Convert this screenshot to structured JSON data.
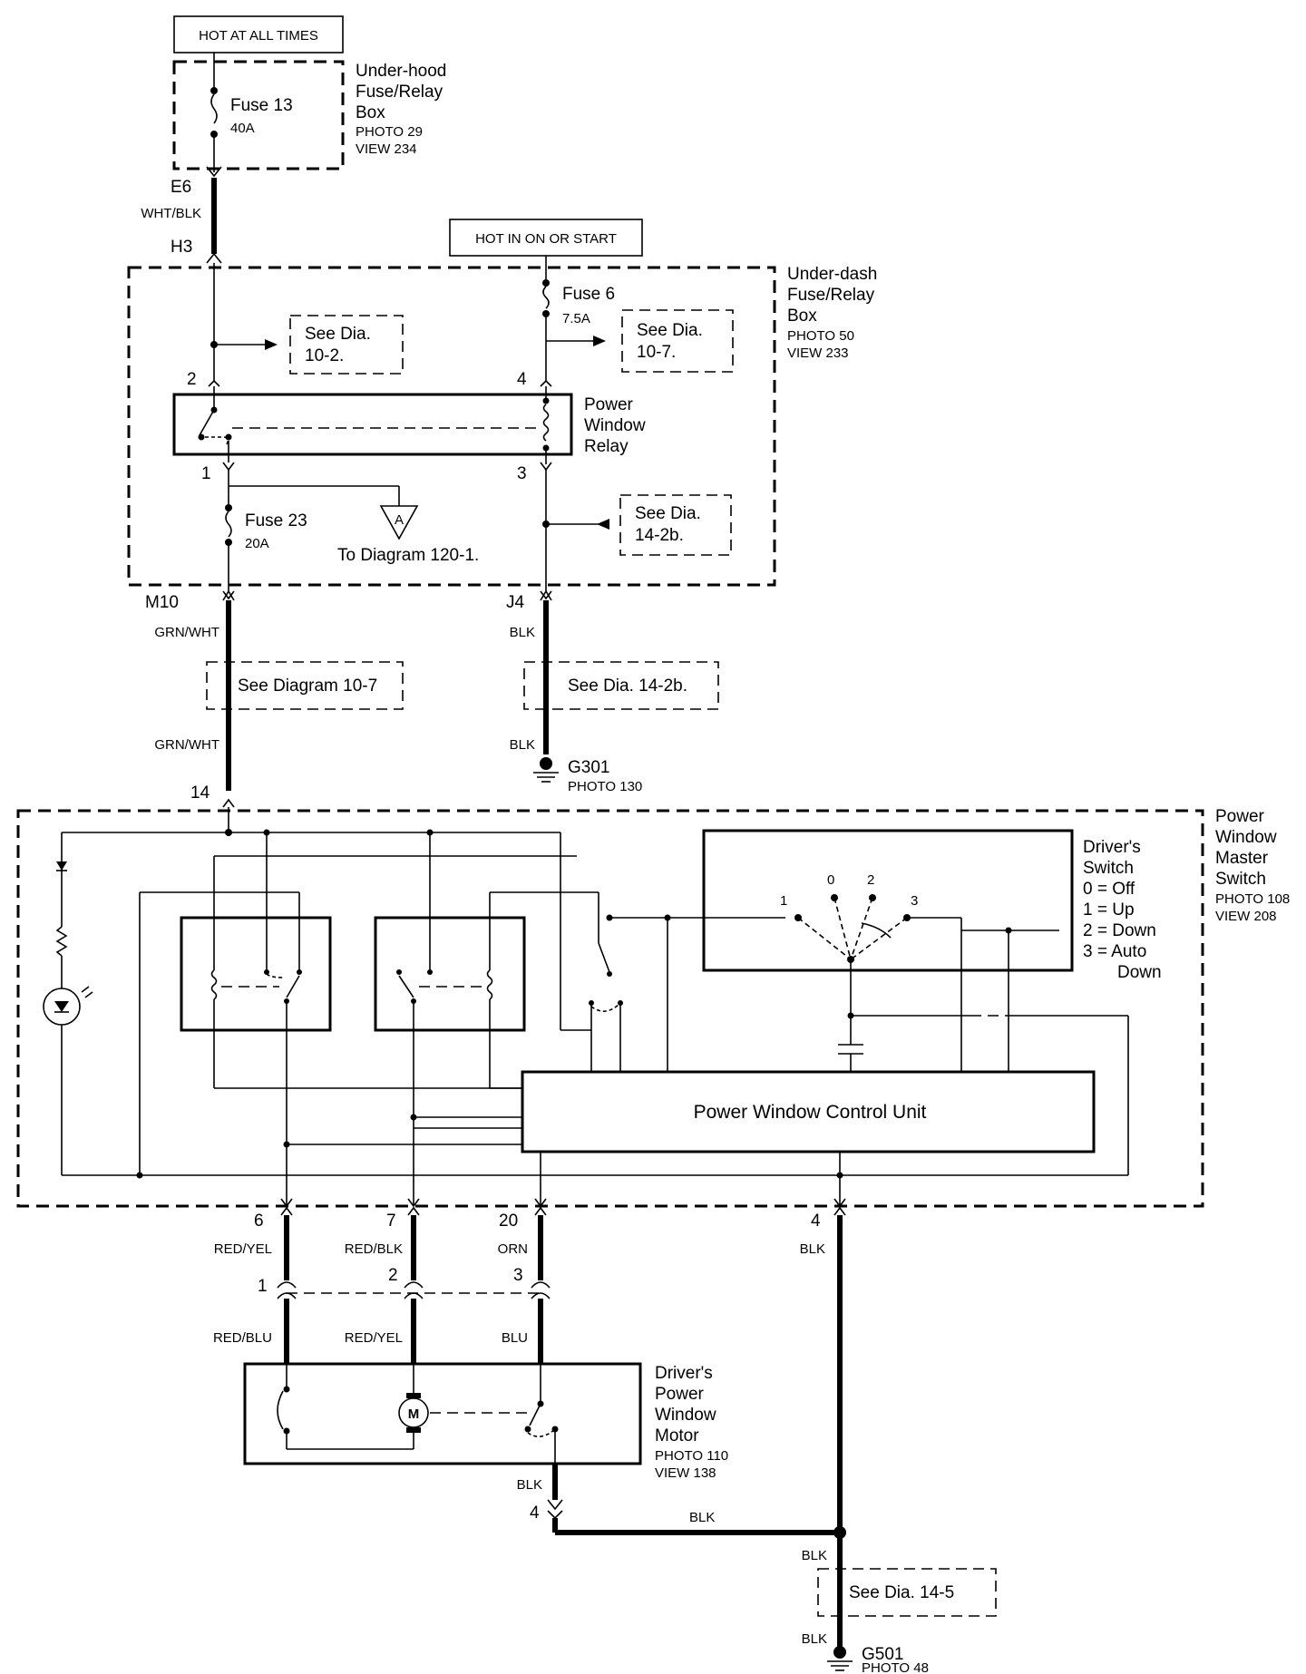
{
  "supply": {
    "hot_at_all_times": "HOT AT ALL TIMES",
    "hot_in_on_or_start": "HOT IN ON OR START"
  },
  "underhood_box": {
    "title": [
      "Under-hood",
      "Fuse/Relay",
      "Box"
    ],
    "photo": "PHOTO 29",
    "view": "VIEW 234",
    "fuse_name": "Fuse 13",
    "fuse_rating": "40A",
    "terminal": "E6"
  },
  "wire_e6_h3": {
    "color": "WHT/BLK",
    "terminal": "H3"
  },
  "underdash_box": {
    "title": [
      "Under-dash",
      "Fuse/Relay",
      "Box"
    ],
    "photo": "PHOTO 50",
    "view": "VIEW 233",
    "fuse6_name": "Fuse 6",
    "fuse6_rating": "7.5A",
    "fuse23_name": "Fuse 23",
    "fuse23_rating": "20A",
    "see_10_2": [
      "See  Dia.",
      "10-2."
    ],
    "see_10_7": [
      "See Dia.",
      "10-7."
    ],
    "see_14_2b": [
      "See Dia.",
      "14-2b."
    ],
    "relay_title": [
      "Power",
      "Window",
      "Relay"
    ],
    "pins": [
      "2",
      "4",
      "1",
      "3"
    ],
    "connector_a": "A",
    "to_diagram": "To Diagram 120-1.",
    "out_left": "M10",
    "out_right": "J4"
  },
  "mid_wires": {
    "left_color": "GRN/WHT",
    "right_color": "BLK",
    "see_diagram_10_7": "See Diagram 10-7",
    "see_dia_14_2b": "See Dia. 14-2b.",
    "ground": "G301",
    "ground_photo": "PHOTO 130",
    "in_pin": "14"
  },
  "master_switch": {
    "title": [
      "Power",
      "Window",
      "Master",
      "Switch"
    ],
    "photo": "PHOTO 108",
    "view": "VIEW 208",
    "drivers_switch": [
      "Driver's",
      "Switch",
      "0 = Off",
      "1 = Up",
      "2 = Down",
      "3 = Auto",
      "Down"
    ],
    "switch_positions": [
      "0",
      "1",
      "2",
      "3"
    ],
    "control_unit": "Power Window Control Unit",
    "out_pins": [
      "6",
      "7",
      "20",
      "4"
    ]
  },
  "lower_wires": {
    "colors_top": [
      "RED/YEL",
      "RED/BLK",
      "ORN",
      "BLK"
    ],
    "connector_pins": [
      "1",
      "2",
      "3"
    ],
    "colors_bottom": [
      "RED/BLU",
      "RED/YEL",
      "BLU"
    ]
  },
  "motor": {
    "title": [
      "Driver's",
      "Power",
      "Window",
      "Motor"
    ],
    "photo": "PHOTO 110",
    "view": "VIEW 138",
    "symbol": "M",
    "out_color": "BLK",
    "out_pin": "4",
    "joint_wire": "BLK"
  },
  "ground_g501": {
    "wire_color_top": "BLK",
    "see_dia_14_5": "See Dia. 14-5",
    "wire_color_bottom": "BLK",
    "ground": "G501",
    "photo": "PHOTO 48"
  }
}
